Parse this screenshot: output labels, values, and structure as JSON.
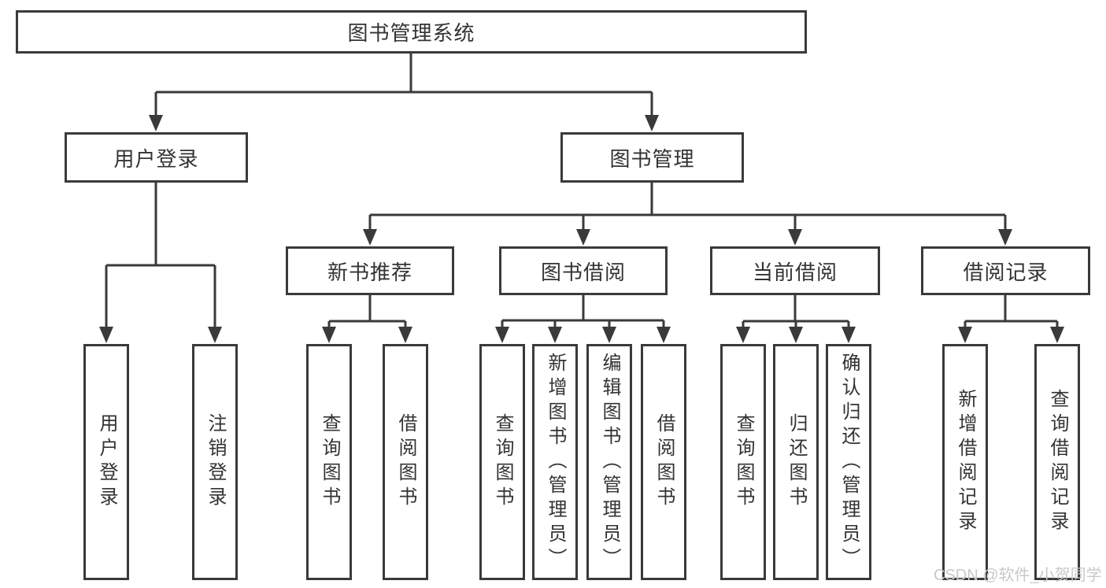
{
  "diagram": {
    "nodes": {
      "root": {
        "label": "图书管理系统"
      },
      "login": {
        "label": "用户登录",
        "children": [
          {
            "label": "用户登录"
          },
          {
            "label": "注销登录"
          }
        ]
      },
      "mgmt": {
        "label": "图书管理",
        "children": [
          {
            "label": "新书推荐",
            "children": [
              {
                "label": "查询图书"
              },
              {
                "label": "借阅图书"
              }
            ]
          },
          {
            "label": "图书借阅",
            "children": [
              {
                "label": "查询图书"
              },
              {
                "label": "新增图书（管理员）"
              },
              {
                "label": "编辑图书（管理员）"
              },
              {
                "label": "借阅图书"
              }
            ]
          },
          {
            "label": "当前借阅",
            "children": [
              {
                "label": "查询图书"
              },
              {
                "label": "归还图书"
              },
              {
                "label": "确认归还（管理员）"
              }
            ]
          },
          {
            "label": "借阅记录",
            "children": [
              {
                "label": "新增借阅记录"
              },
              {
                "label": "查询借阅记录"
              }
            ]
          }
        ]
      }
    }
  },
  "watermark": {
    "text": "CSDN @软件_小贺同学"
  },
  "colors": {
    "line": "#3a3a3a",
    "text": "#333333",
    "watermark": "#c9c9c9",
    "background": "#ffffff"
  }
}
